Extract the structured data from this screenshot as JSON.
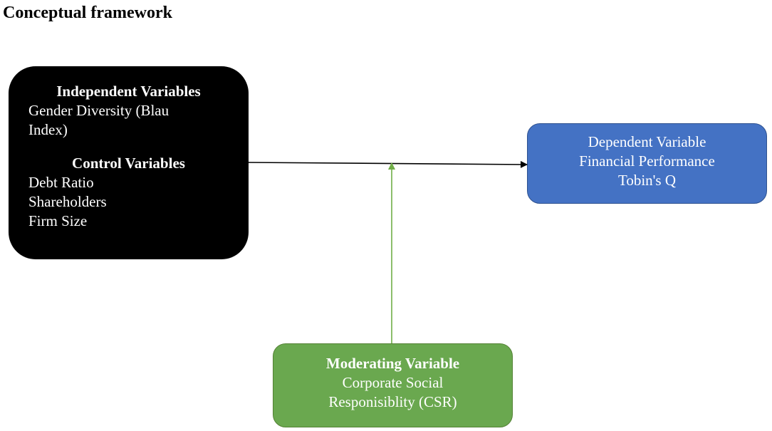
{
  "title": "Conceptual framework",
  "independent": {
    "heading": "Independent Variables",
    "items": [
      "Gender Diversity (Blau",
      "Index)"
    ]
  },
  "control": {
    "heading": "Control Variables",
    "items": [
      "Debt Ratio",
      "Shareholders",
      "Firm Size"
    ]
  },
  "dependent": {
    "lines": [
      "Dependent Variable",
      "Financial Performance",
      "Tobin's Q"
    ]
  },
  "moderating": {
    "heading": "Moderating Variable",
    "lines": [
      "Corporate Social",
      "Responisiblity (CSR)"
    ]
  },
  "colors": {
    "independent_box": "#000000",
    "dependent_box": "#4472c4",
    "moderating_box": "#6aa84f",
    "main_arrow": "#000000",
    "moderating_arrow": "#70ad47"
  }
}
